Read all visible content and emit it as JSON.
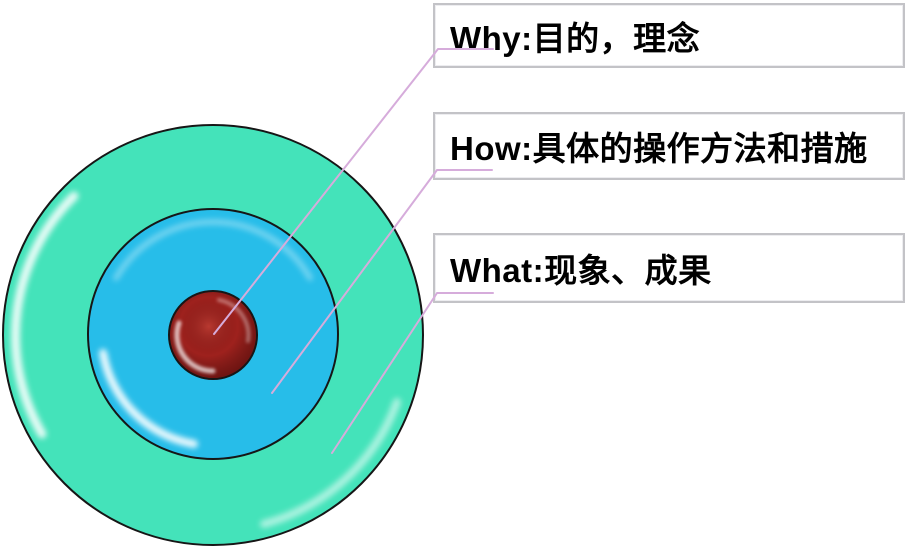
{
  "diagram": {
    "type": "concentric-circles",
    "rings": [
      {
        "name": "outer-what",
        "color": "#44e3ba"
      },
      {
        "name": "middle-how",
        "color": "#27bde9"
      },
      {
        "name": "inner-why",
        "color": "#9e211d"
      }
    ],
    "leader_line_color": "#d6acdb"
  },
  "callouts": [
    {
      "label": "Why:目的，理念"
    },
    {
      "label": "How:具体的操作方法和措施"
    },
    {
      "label": "What:现象、成果"
    }
  ]
}
